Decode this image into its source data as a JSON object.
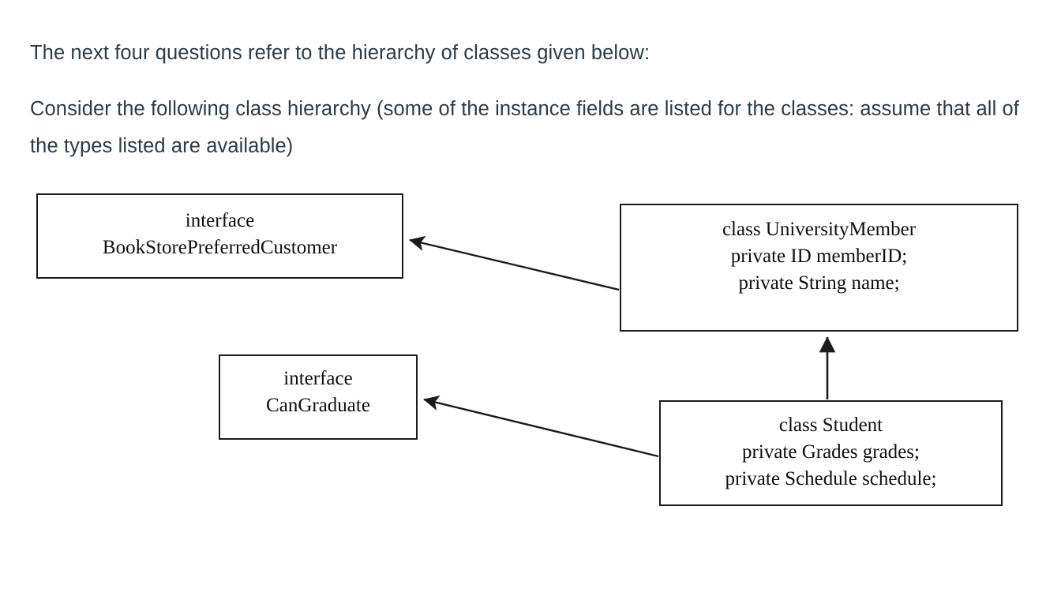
{
  "prose": {
    "paragraph_1": "The next four questions refer to the hierarchy of classes given below:",
    "paragraph_2": "Consider the following class hierarchy (some of the instance fields are listed for the classes: assume that all of the types listed are available)"
  },
  "diagram": {
    "type": "uml-class-hierarchy",
    "line_color": "#1b1b1b",
    "text_color": "#0f0f0f",
    "boxes": [
      {
        "id": "bookstore",
        "kind": "interface",
        "lines": [
          "interface",
          "BookStorePreferredCustomer"
        ]
      },
      {
        "id": "university",
        "kind": "class",
        "lines": [
          "class UniversityMember",
          "private ID memberID;",
          "private String name;"
        ]
      },
      {
        "id": "cangraduate",
        "kind": "interface",
        "lines": [
          "interface",
          "CanGraduate"
        ]
      },
      {
        "id": "student",
        "kind": "class",
        "lines": [
          "class Student",
          "private Grades grades;",
          "private Schedule schedule;"
        ]
      }
    ],
    "edges": [
      {
        "id": "university-implements-bookstore",
        "from": "university",
        "to": "bookstore",
        "style": "solid-line-filled-arrowhead"
      },
      {
        "id": "student-implements-cangraduate",
        "from": "student",
        "to": "cangraduate",
        "style": "solid-line-filled-arrowhead"
      },
      {
        "id": "student-extends-university",
        "from": "student",
        "to": "university",
        "style": "solid-line-filled-arrowhead"
      }
    ]
  }
}
